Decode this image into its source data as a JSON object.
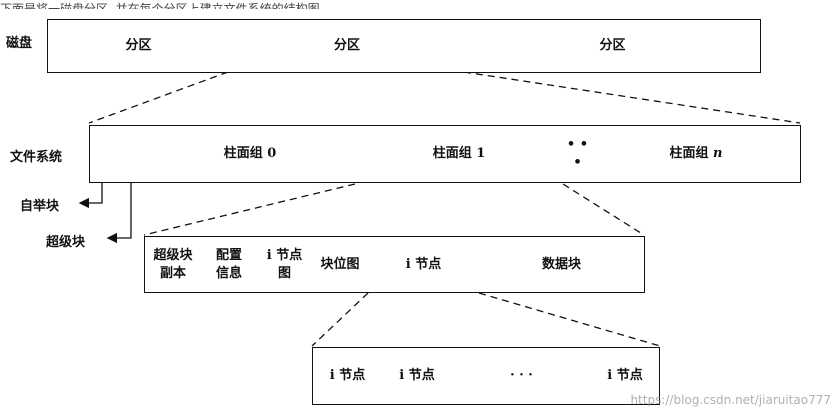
{
  "caption": "下面是将一磁盘分区, 并在每个分区上建立文件系统的结构图。",
  "disk": {
    "label": "磁盘",
    "partitions": [
      "分区",
      "分区",
      "分区"
    ]
  },
  "filesystem": {
    "label": "文件系统",
    "boot_block": "自举块",
    "super_block": "超级块",
    "cylinder_groups": [
      {
        "name": "柱面组",
        "index": "0"
      },
      {
        "name": "柱面组",
        "index": "1"
      },
      {
        "name": "柱面组",
        "index": "n"
      }
    ],
    "ellipsis": "• • •"
  },
  "cylinder_group": {
    "cells": [
      {
        "line1": "超级块",
        "line2": "副本"
      },
      {
        "line1": "配置",
        "line2": "信息"
      },
      {
        "line1": "i 节点",
        "line2": "图"
      },
      {
        "line1": "块位图",
        "line2": ""
      },
      {
        "line1": "i 节点",
        "line2": ""
      },
      {
        "line1": "数据块",
        "line2": ""
      }
    ]
  },
  "inode_table": {
    "cells": [
      "i 节点",
      "i 节点",
      "· · ·",
      "i 节点"
    ]
  },
  "watermark": "https://blog.csdn.net/jiaruitao777"
}
